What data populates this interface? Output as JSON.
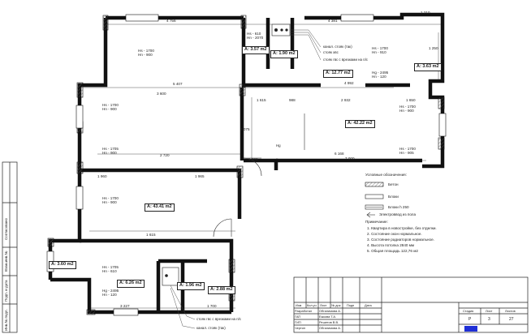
{
  "rooms": [
    {
      "id": "r-bath-top",
      "area": "A: 3.57 m2"
    },
    {
      "id": "r-wc-top",
      "area": "A: 1.90 m2"
    },
    {
      "id": "r-kitchen",
      "area": "A: 12.77 m2"
    },
    {
      "id": "r-balcony-tr",
      "area": "A: 3.63 m2"
    },
    {
      "id": "r-living",
      "area": "A: 42.22 m2"
    },
    {
      "id": "r-bedroom",
      "area": "A: 43.41 m2"
    },
    {
      "id": "r-balcony-l",
      "area": "A: 3.60 m2"
    },
    {
      "id": "r-room-bl",
      "area": "A: 6.26 m2"
    },
    {
      "id": "r-wc-bot",
      "area": "A: 1.96 m2"
    },
    {
      "id": "r-bath-bot",
      "area": "A: 2.88 m2"
    }
  ],
  "heights": [
    {
      "id": "h-top-left",
      "lines": [
        "Hs - 1700",
        "Hn - 900"
      ]
    },
    {
      "id": "h-top-bath",
      "lines": [
        "Hs - 610",
        "Hn - 2070"
      ]
    },
    {
      "id": "h-kitchen",
      "lines": [
        "Hs - 1700",
        "Hn - 910"
      ]
    },
    {
      "id": "h-kitchen-g",
      "lines": [
        "Hg - 2495",
        "Hn - 120"
      ]
    },
    {
      "id": "h-left-1",
      "lines": [
        "Hs - 1700",
        "Hn - 900"
      ]
    },
    {
      "id": "h-left-2",
      "lines": [
        "Hs - 1705",
        "Hn - 900"
      ]
    },
    {
      "id": "h-left-3",
      "lines": [
        "Hs - 1700",
        "Hn - 900"
      ]
    },
    {
      "id": "h-right-1",
      "lines": [
        "Hs - 1700",
        "Hn - 900"
      ]
    },
    {
      "id": "h-right-2",
      "lines": [
        "Hs - 1700",
        "Hn - 905"
      ]
    },
    {
      "id": "h-bot-1",
      "lines": [
        "Hs - 1705",
        "Hn - 610"
      ]
    },
    {
      "id": "h-bot-2",
      "lines": [
        "Hg - 2495",
        "Hn - 120"
      ]
    }
  ],
  "dimensions": [
    {
      "id": "d-top-1",
      "text": "4 756"
    },
    {
      "id": "d-top-2",
      "text": "4 381"
    },
    {
      "id": "d-top-3",
      "text": "1 210"
    },
    {
      "id": "d-mid-1",
      "text": "5 407"
    },
    {
      "id": "d-mid-2",
      "text": "4 992"
    },
    {
      "id": "d-wall-1",
      "text": "3 600"
    },
    {
      "id": "d-wall-2",
      "text": "1 615"
    },
    {
      "id": "d-wall-3",
      "text": "2 932"
    },
    {
      "id": "d-wall-4",
      "text": "1 650"
    },
    {
      "id": "d-wall-5",
      "text": "988"
    },
    {
      "id": "d-inner-1",
      "text": "2 720"
    },
    {
      "id": "d-inner-2",
      "text": "6 168"
    },
    {
      "id": "d-inner-3",
      "text": "7 000"
    },
    {
      "id": "d-inner-4",
      "text": "1 000"
    },
    {
      "id": "d-inner-5",
      "text": "1 960"
    },
    {
      "id": "d-inner-6",
      "text": "1 965"
    },
    {
      "id": "d-inner-7",
      "text": "1 615"
    },
    {
      "id": "d-bot-1",
      "text": "3 227"
    },
    {
      "id": "d-bot-2",
      "text": "1 700"
    },
    {
      "id": "d-v-1",
      "text": "3 075"
    },
    {
      "id": "d-v-2",
      "text": "1 250"
    }
  ],
  "callouts": {
    "top": [
      "канал. стояк (так)",
      "стояк хвс",
      "стояк гвс с врезками на п/с"
    ],
    "bottom": [
      "стояк гвс с врезками на п/с",
      "канал. стояк (так)"
    ],
    "riser_label": "Hg"
  },
  "legend": {
    "title": "Условные обозначения:",
    "items": [
      {
        "label": "Бетон"
      },
      {
        "label": "Блоки"
      },
      {
        "label": "Блоки h 250"
      },
      {
        "label": "Электроввод из пола"
      }
    ]
  },
  "notes": {
    "title": "Примечание:",
    "lines": [
      "1. Квартира в новостройке, без отделки.",
      "2. Состояние окон нормальное.",
      "3. Состояние радиаторов нормальное.",
      "4. Высота потолка 2840 мм",
      "5. Общая площадь 122,76 м2"
    ]
  },
  "stamp": {
    "headers": [
      "Изм",
      "Кол.уч",
      "Лист",
      "№ док",
      "Подп",
      "Дата"
    ],
    "roles": [
      {
        "role": "Разработал",
        "name": "Обгалимова А."
      },
      {
        "role": "ГАП",
        "name": "Ежкова Т.А."
      },
      {
        "role": "ГИП",
        "name": "Решетов В.В."
      },
      {
        "role": "Чертил",
        "name": "Обгалимова А."
      }
    ],
    "stage_header": "Стадия",
    "sheet_header": "Лист",
    "sheets_header": "Листов",
    "stage": "Р",
    "sheet": "3",
    "sheets": "27"
  },
  "side_strip": [
    "Согласовано",
    "Взам.инв.№",
    "Подп. и дата",
    "Инв.№ подл."
  ]
}
